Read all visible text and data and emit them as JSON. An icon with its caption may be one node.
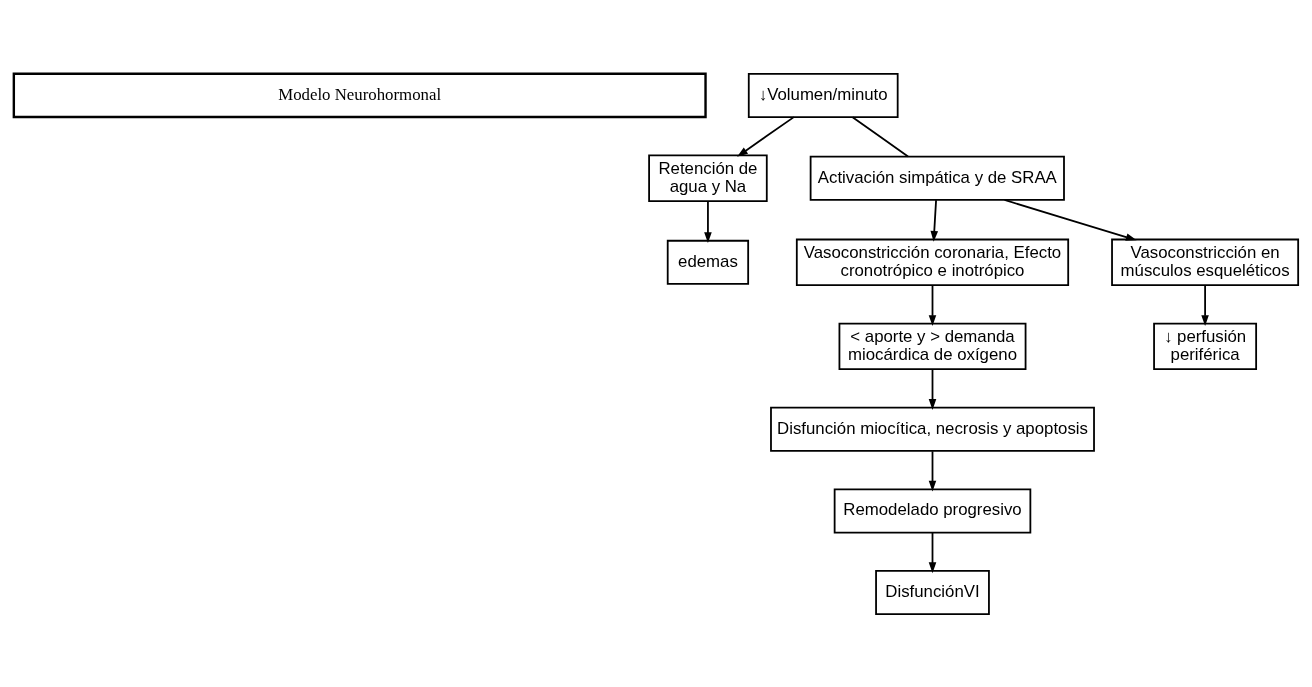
{
  "diagram": {
    "nodes": [
      {
        "text": [
          "Modelo Neurohormonal"
        ]
      },
      {
        "text": [
          "↓Volumen/minuto"
        ]
      },
      {
        "text": [
          "Retención de agua y Na"
        ]
      },
      {
        "text": [
          "Activación simpática y de SRAA"
        ]
      },
      {
        "text": [
          "edemas"
        ]
      },
      {
        "text": [
          "Vasoconstricción coronaria, Efecto cronotrópico e inotrópico"
        ]
      },
      {
        "text": [
          "Vasoconstricción en músculos esqueléticos"
        ]
      },
      {
        "text": [
          "< aporte y > demanda miocárdica de oxígeno"
        ]
      },
      {
        "text": [
          "↓ perfusión periférica"
        ]
      },
      {
        "text": [
          "Disfunción miocítica, necrosis y apoptosis"
        ]
      },
      {
        "text": [
          "Remodelado progresivo"
        ]
      },
      {
        "text": [
          "DisfunciónVI"
        ]
      }
    ],
    "edges": [
      {
        "from": 1,
        "to": 2,
        "arrow": "to"
      },
      {
        "from": 1,
        "to": 3,
        "arrow": "none"
      },
      {
        "from": 2,
        "to": 4,
        "arrow": "to"
      },
      {
        "from": 3,
        "to": 5,
        "arrow": "to"
      },
      {
        "from": 3,
        "to": 6,
        "arrow": "to"
      },
      {
        "from": 5,
        "to": 7,
        "arrow": "to"
      },
      {
        "from": 6,
        "to": 8,
        "arrow": "to"
      },
      {
        "from": 7,
        "to": 9,
        "arrow": "to"
      },
      {
        "from": 9,
        "to": 10,
        "arrow": "to"
      },
      {
        "from": 10,
        "to": 11,
        "arrow": "to"
      }
    ]
  }
}
